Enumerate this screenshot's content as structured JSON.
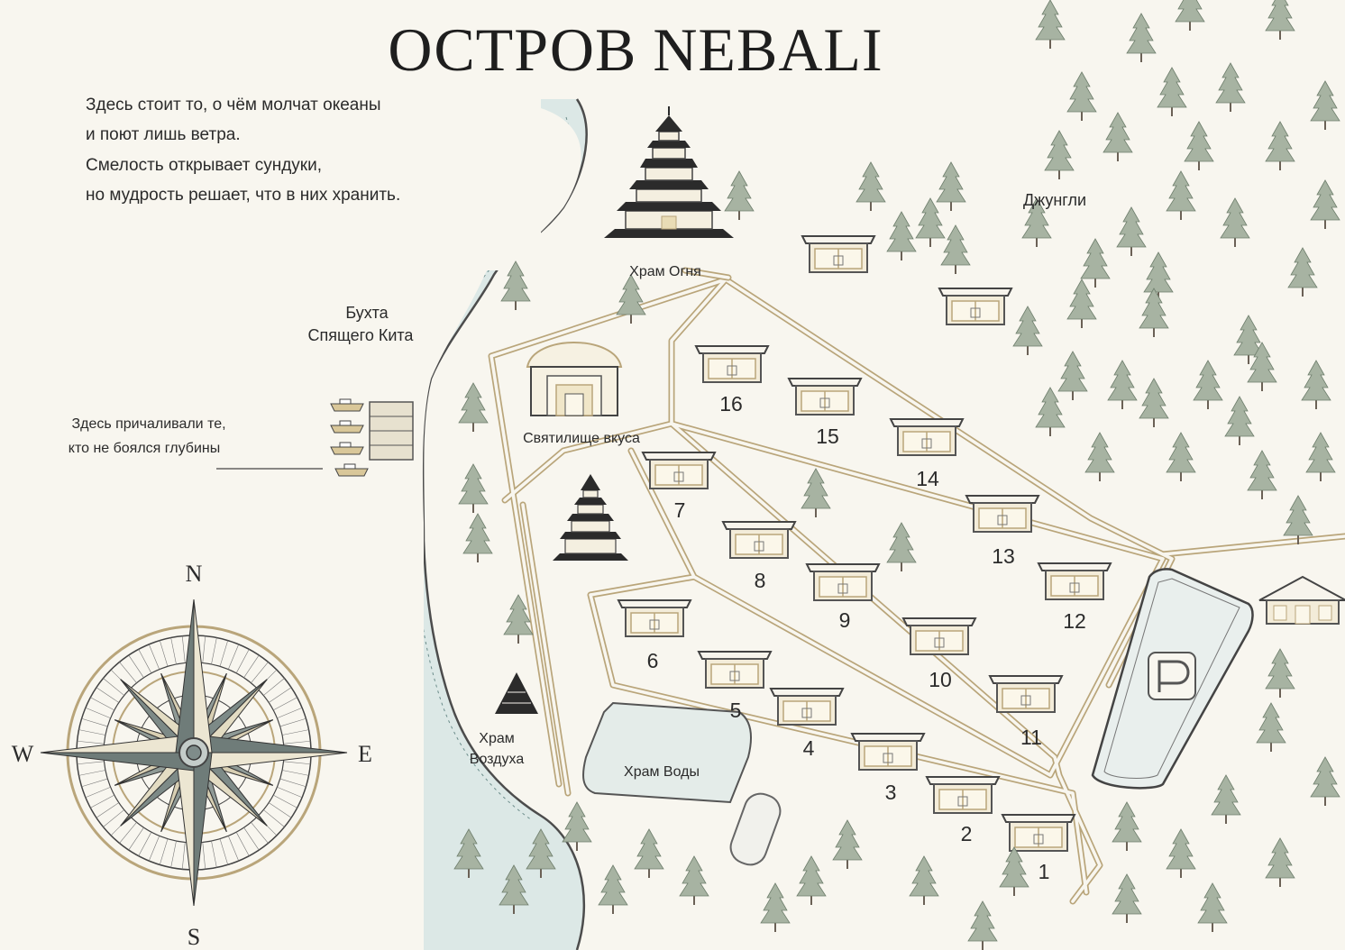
{
  "title": "ОСТРОВ NEBALI",
  "poem": [
    "Здесь стоит то, о чём молчат океаны",
    "и поют лишь ветра.",
    "Смелость открывает сундуки,",
    "но мудрость решает, что в них хранить."
  ],
  "labels": {
    "jungle": "Джунгли",
    "bay_line1": "Бухта",
    "bay_line2": "Спящего Кита",
    "pier_note_line1": "Здесь причаливали те,",
    "pier_note_line2": "кто не боялся глубины",
    "fire_temple": "Храм Огня",
    "taste_sanctuary": "Святилище вкуса",
    "air_temple_line1": "Храм",
    "air_temple_line2": "Воздуха",
    "water_temple": "Храм Воды"
  },
  "compass": {
    "n": "N",
    "s": "S",
    "e": "E",
    "w": "W"
  },
  "villas": [
    "1",
    "2",
    "3",
    "4",
    "5",
    "6",
    "7",
    "8",
    "9",
    "10",
    "11",
    "12",
    "13",
    "14",
    "15",
    "16"
  ],
  "colors": {
    "road": "#b9a57a",
    "water": "#dce8e6",
    "tree": "#a7b3a2",
    "background": "#f8f6ef"
  },
  "icons": [
    "tree-icon",
    "villa-icon",
    "pagoda-icon",
    "compass-rose-icon",
    "boat-icon",
    "parking-icon"
  ]
}
